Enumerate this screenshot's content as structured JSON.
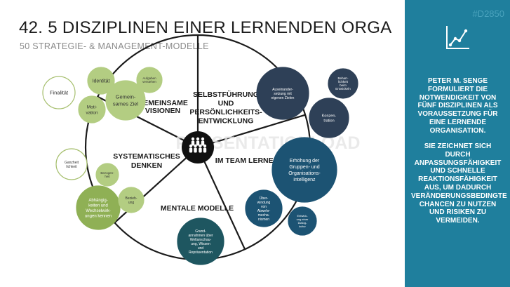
{
  "header": {
    "title": "42. 5 DISZIPLINEN EINER LERNENDEN ORGA",
    "subtitle": "50 STRATEGIE- & MANAGEMENT-MODELLE"
  },
  "sidebar": {
    "code": "#D2850",
    "icon": "line-chart-icon",
    "paragraph1": "PETER M. SENGE FORMULIERT DIE NOTWENDIGKEIT VON FÜNF DISZIPLINEN ALS VORAUSSETZUNG FÜR EINE LERNENDE ORGANISATION.",
    "paragraph2": "SIE ZEICHNET SICH DURCH ANPASSUNGSFÄHIGKEIT UND SCHNELLE REAKTIONSFÄHIGKEIT AUS, UM DADURCH VERÄNDERUNGSBEDINGTE CHANCEN ZU NUTZEN UND RISIKEN ZU VERMEIDEN."
  },
  "watermark": "PRESENTATIONLOAD",
  "center_icon": "people-group-icon",
  "segments": [
    {
      "label_lines": [
        "GEMEINSAME",
        "VISIONEN"
      ]
    },
    {
      "label_lines": [
        "SELBSTFÜHRUNG",
        "UND",
        "PERSÖNLICHKEITS-",
        "ENTWICKLUNG"
      ]
    },
    {
      "label_lines": [
        "IM TEAM LERNEN"
      ]
    },
    {
      "label_lines": [
        "MENTALE MODELLE"
      ]
    },
    {
      "label_lines": [
        "SYSTEMATISCHES",
        "DENKEN"
      ]
    }
  ],
  "bubbles": [
    {
      "lines": [
        "Finalität"
      ],
      "fill": "#ffffff",
      "stroke": "#a6bf6e",
      "text": "#333333"
    },
    {
      "lines": [
        "Identität"
      ],
      "fill": "#b3cd82",
      "stroke": "#b3cd82",
      "text": "#333333"
    },
    {
      "lines": [
        "Aufgaben",
        "verstehen"
      ],
      "fill": "#b3cd82",
      "stroke": "#b3cd82",
      "text": "#333333"
    },
    {
      "lines": [
        "Gemein-",
        "sames Ziel"
      ],
      "fill": "#b3cd82",
      "stroke": "#b3cd82",
      "text": "#333333"
    },
    {
      "lines": [
        "Moti-",
        "vation"
      ],
      "fill": "#b3cd82",
      "stroke": "#b3cd82",
      "text": "#333333"
    },
    {
      "lines": [
        "Ganzheit",
        "lichkeit"
      ],
      "fill": "#ffffff",
      "stroke": "#a6bf6e",
      "text": "#333333"
    },
    {
      "lines": [
        "Bezogen-",
        "heit"
      ],
      "fill": "#b3cd82",
      "stroke": "#b3cd82",
      "text": "#333333"
    },
    {
      "lines": [
        "Abhängig-",
        "keiten und",
        "Wechselwirk-",
        "ungen kennen"
      ],
      "fill": "#8fb055",
      "stroke": "#8fb055",
      "text": "#ffffff"
    },
    {
      "lines": [
        "Bezieh-",
        "ung"
      ],
      "fill": "#b3cd82",
      "stroke": "#b3cd82",
      "text": "#333333"
    },
    {
      "lines": [
        "Auseinander-",
        "setzung mit",
        "eigenen Zielen"
      ],
      "fill": "#2e4057",
      "stroke": "#2e4057",
      "text": "#ffffff"
    },
    {
      "lines": [
        "Beharr-",
        "lichkeit",
        "beim",
        "Entwickeln"
      ],
      "fill": "#2e4057",
      "stroke": "#2e4057",
      "text": "#ffffff"
    },
    {
      "lines": [
        "Konzen-",
        "tration"
      ],
      "fill": "#2e4057",
      "stroke": "#2e4057",
      "text": "#ffffff"
    },
    {
      "lines": [
        "Erhöhung der",
        "Gruppen- und",
        "Organisations-",
        "intelligenz"
      ],
      "fill": "#1c5373",
      "stroke": "#1c5373",
      "text": "#ffffff"
    },
    {
      "lines": [
        "Über-",
        "windung",
        "von",
        "Abwehr-",
        "mecha-",
        "nismen"
      ],
      "fill": "#1c5373",
      "stroke": "#1c5373",
      "text": "#ffffff"
    },
    {
      "lines": [
        "Entwick-",
        "ung einer",
        "Dialog-",
        "kultur"
      ],
      "fill": "#1c5373",
      "stroke": "#1c5373",
      "text": "#ffffff"
    },
    {
      "lines": [
        "Grund-",
        "annahmen über",
        "Weltanschau-",
        "ung, Wissen",
        "und",
        "Repräsentation"
      ],
      "fill": "#1e5660",
      "stroke": "#1e5660",
      "text": "#ffffff"
    }
  ]
}
